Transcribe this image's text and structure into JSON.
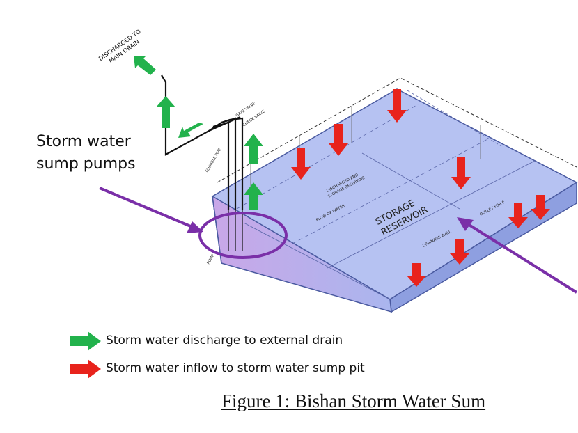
{
  "callout": {
    "line1": "Storm water",
    "line2": "sump pumps"
  },
  "drawing_labels": {
    "discharge": [
      "DISCHARGED TO",
      "MAIN DRAIN"
    ],
    "reservoir": [
      "STORAGE",
      "RESERVOIR"
    ]
  },
  "legend": [
    {
      "label": "Storm water discharge to external drain",
      "color": "#22b24c"
    },
    {
      "label": "Storm water inflow to storm water sump pit",
      "color": "#e8231c"
    }
  ],
  "caption": "Figure 1: Bishan Storm Water Sum",
  "colors": {
    "discharge_arrow": "#22b24c",
    "inflow_arrow": "#e8231c",
    "highlight": "#7a2fa8",
    "reservoir_fill": "#b4c0f0"
  }
}
